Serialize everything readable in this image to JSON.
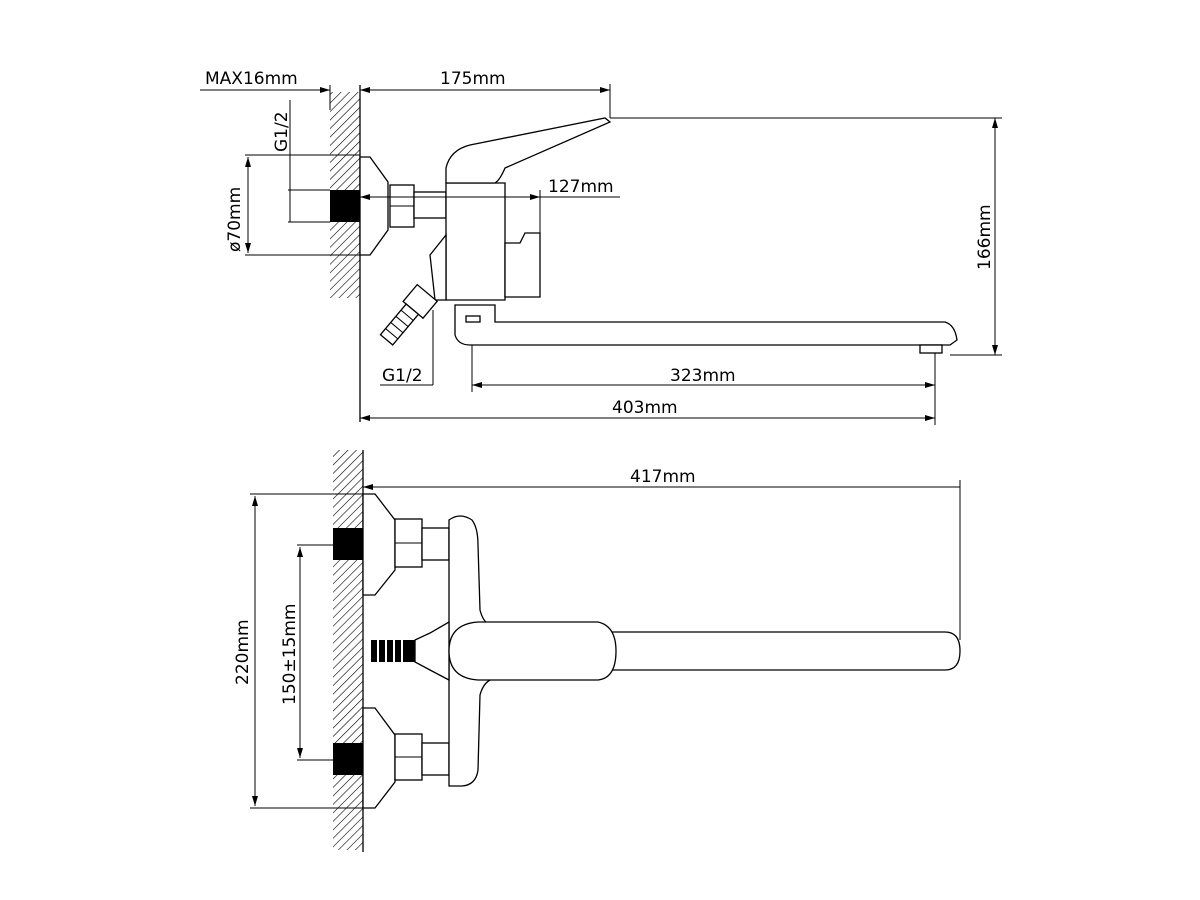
{
  "title": "Wall-mounted bath mixer dimension drawing",
  "side_view": {
    "max_offset": "MAX16mm",
    "handle_reach": "175mm",
    "thread_top": "G1/2",
    "flange_diameter": "ø70mm",
    "body_reach": "127mm",
    "height": "166mm",
    "thread_bottom": "G1/2",
    "spout_length": "323mm",
    "total_reach": "403mm"
  },
  "top_view": {
    "total_length": "417mm",
    "overall_width": "220mm",
    "center_distance": "150±15mm"
  },
  "colors": {
    "line": "#000000",
    "background": "#ffffff"
  }
}
